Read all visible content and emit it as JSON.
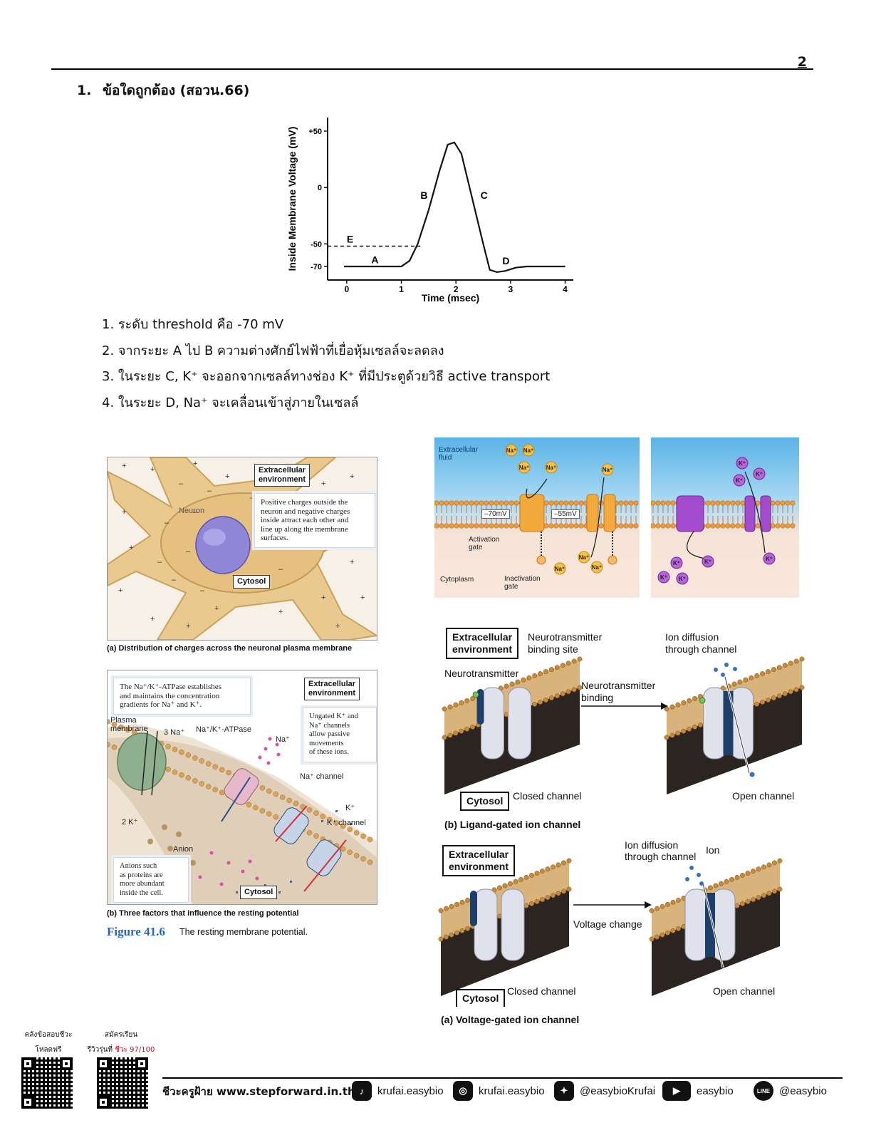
{
  "page": {
    "number": "2"
  },
  "question": {
    "number": "1.",
    "prompt": "ข้อใดถูกต้อง (สอวน.66)",
    "choices": [
      "1. ระดับ threshold คือ -70 mV",
      "2. จากระยะ A ไป B ความต่างศักย์ไฟฟ้าที่เยื่อหุ้มเซลล์จะลดลง",
      "3. ในระยะ C, K⁺ จะออกจากเซลล์ทางช่อง K⁺ ที่มีประตูด้วยวิธี active transport",
      "4. ในระยะ D, Na⁺ จะเคลื่อนเข้าสู่ภายในเซลล์"
    ]
  },
  "chart_data": {
    "type": "line",
    "xlabel": "Time (msec)",
    "ylabel": "Inside Membrane Voltage (mV)",
    "xticks": [
      "0",
      "1",
      "2",
      "3",
      "4"
    ],
    "yticks": [
      "+50",
      "0",
      "-50",
      "-70"
    ],
    "xlim": [
      -0.35,
      4.15
    ],
    "ylim": [
      -82,
      62
    ],
    "series": [
      {
        "x": [
          -0.05,
          1.0,
          1.15,
          1.3,
          1.5,
          1.7,
          1.85,
          1.97,
          2.1,
          2.3,
          2.5,
          2.62,
          2.75,
          2.9,
          3.1,
          3.3,
          4.0
        ],
        "y": [
          -70,
          -70,
          -65,
          -50,
          -20,
          15,
          38,
          40,
          30,
          -10,
          -50,
          -73,
          -75,
          -74,
          -71,
          -70,
          -70
        ]
      }
    ],
    "threshold": {
      "y": -52,
      "x_end": 1.35,
      "label": "E"
    },
    "point_labels": [
      {
        "text": "A",
        "x": 0.45,
        "y": -67
      },
      {
        "text": "B",
        "x": 1.35,
        "y": -10
      },
      {
        "text": "C",
        "x": 2.45,
        "y": -10
      },
      {
        "text": "D",
        "x": 2.85,
        "y": -68
      }
    ]
  },
  "fig_a": {
    "label_env": [
      "Extracellular",
      "environment"
    ],
    "neuron": "Neuron",
    "cytosol": "Cytosol",
    "callout": [
      "Positive charges outside the",
      "neuron and negative charges",
      "inside attract each other and",
      "line up along the membrane",
      "surfaces."
    ],
    "caption": "(a) Distribution of charges across the neuronal plasma membrane"
  },
  "fig_b": {
    "callout_top": [
      "The Na⁺/K⁺-ATPase establishes",
      "and maintains the concentration",
      "gradients for Na⁺ and K⁺."
    ],
    "label_env": [
      "Extracellular",
      "environment"
    ],
    "callout_right": [
      "Ungated K⁺ and",
      "Na⁺ channels",
      "allow passive",
      "movements",
      "of these ions."
    ],
    "plasma": [
      "Plasma",
      "membrane"
    ],
    "three_na": "3 Na⁺",
    "atpase": "Na⁺/K⁺-ATPase",
    "na": "Na⁺",
    "na_channel": "Na⁺ channel",
    "k": "K⁺",
    "k_channel": "K⁺ channel",
    "two_k": "2 K⁺",
    "anion": "Anion",
    "callout_bottom": [
      "Anions such",
      "as proteins are",
      "more abundant",
      "inside the cell."
    ],
    "cytosol": "Cytosol",
    "caption": "(b) Three factors that influence the resting potential",
    "figure_num": "Figure 41.6",
    "figure_title": "The resting membrane potential."
  },
  "vg_panel": {
    "extracellular": [
      "Extracellular",
      "fluid"
    ],
    "na": "Na⁺",
    "v1": "–70mV",
    "v2": "–55mV",
    "activation": [
      "Activation",
      "gate"
    ],
    "inactivation": [
      "Inactivation",
      "gate"
    ],
    "cytoplasm": "Cytoplasm",
    "k": "K⁺"
  },
  "ligand": {
    "env": [
      "Extracellular",
      "environment"
    ],
    "binding_site": [
      "Neurotransmitter",
      "binding site"
    ],
    "diffusion": [
      "Ion diffusion",
      "through channel"
    ],
    "neurotransmitter": "Neurotransmitter",
    "binding": [
      "Neurotransmitter",
      "binding"
    ],
    "cytosol": "Cytosol",
    "closed": "Closed channel",
    "open": "Open channel",
    "caption": "(b) Ligand-gated ion channel"
  },
  "voltage": {
    "env": [
      "Extracellular",
      "environment"
    ],
    "diffusion": [
      "Ion diffusion",
      "through channel"
    ],
    "ion": "Ion",
    "change": "Voltage change",
    "cytosol": "Cytosol",
    "closed": "Closed channel",
    "open": "Open channel",
    "caption": "(a) Voltage-gated ion channel"
  },
  "footer": {
    "qr1": [
      "คลังข้อสอบชีวะ",
      "โหลดฟรี"
    ],
    "qr2_line1": "สมัครเรียน",
    "qr2_line2_prefix": "รีวิวรุ่นที่",
    "qr2_line2_highlight": "ชีวะ 97/100",
    "brand": "ชีวะครูฝ้าย www.stepforward.in.th",
    "tiktok": "krufai.easybio",
    "instagram": "krufai.easybio",
    "twitter": "@easybioKrufai",
    "youtube": "easybio",
    "line": "@easybio",
    "colors": {
      "accent_red": "#d0021b",
      "figure_blue": "#2a63b8"
    }
  }
}
